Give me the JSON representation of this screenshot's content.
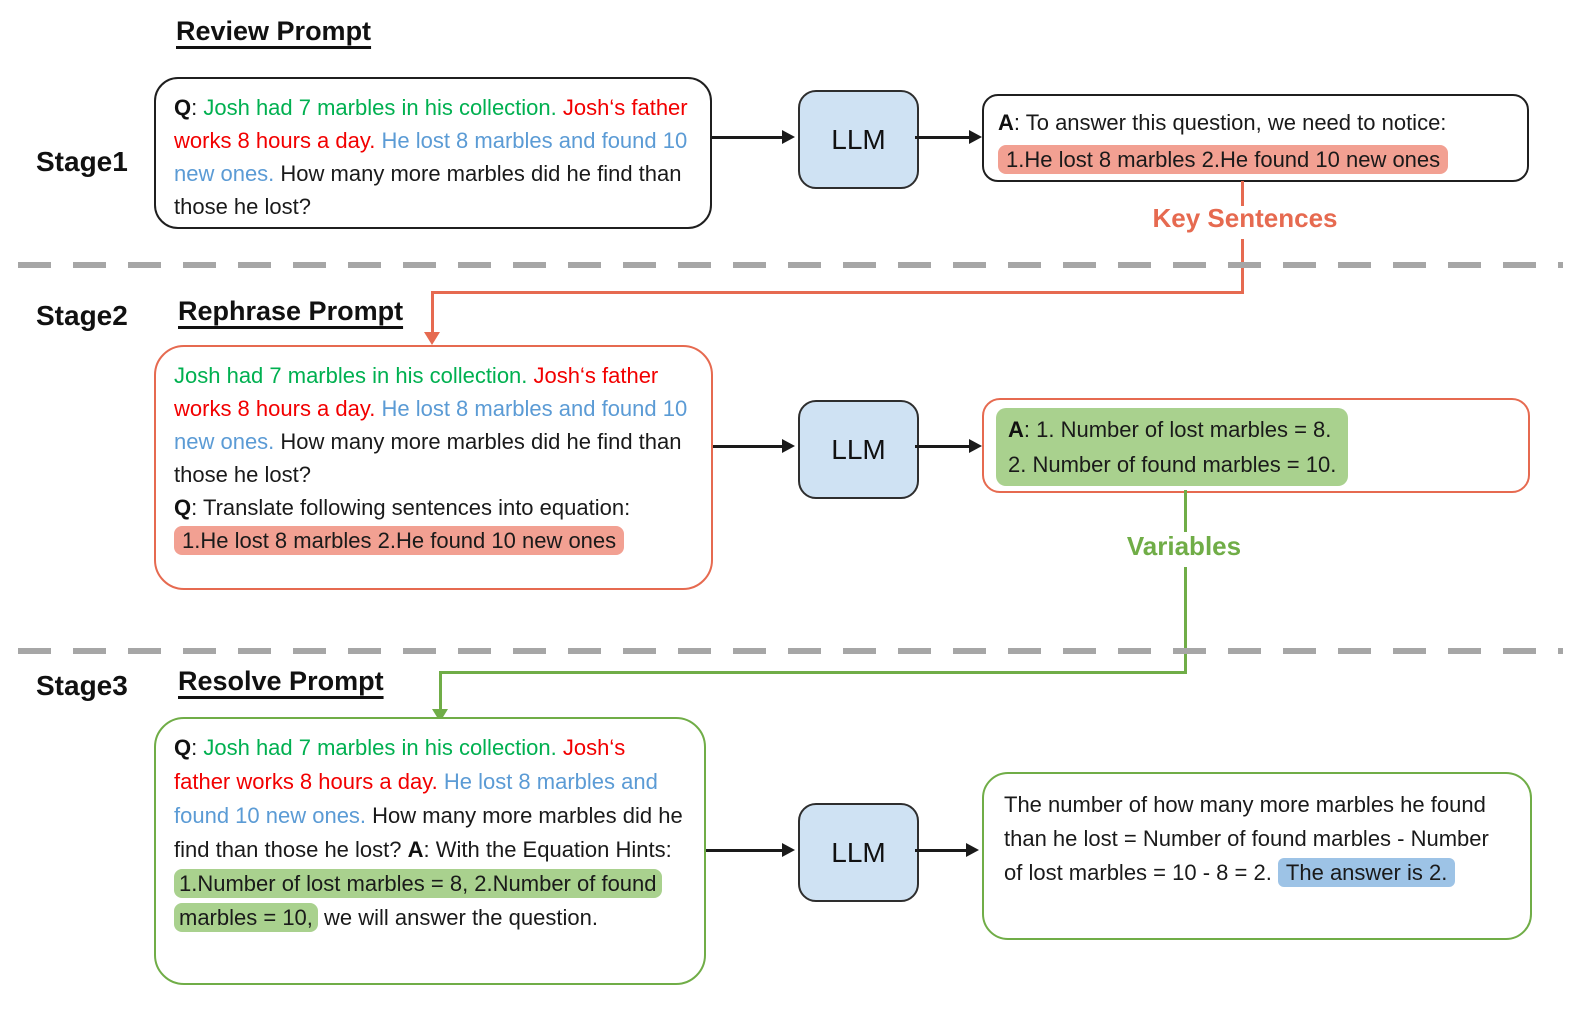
{
  "colors": {
    "text_green": "#00b050",
    "text_red": "#f20000",
    "text_blue": "#5b9bd5",
    "salmon_accent": "#e66a50",
    "salmon_highlight": "#f2a092",
    "green_accent": "#70ad47",
    "green_highlight": "#a9d18e",
    "blue_highlight": "#9dc3e6",
    "llm_box_fill": "#cfe2f3",
    "divider_gray": "#a6a6a6"
  },
  "llm": {
    "label": "LLM"
  },
  "stage1": {
    "label": "Stage1",
    "heading": "Review Prompt",
    "prompt": {
      "q_label": "Q",
      "q_colon": ": ",
      "green": "Josh had 7 marbles in his collection. ",
      "red": "Josh‘s father works 8 hours a day. ",
      "blue": "He lost 8 marbles and found 10 new ones. ",
      "black": "How many more marbles did he find than those he lost?"
    },
    "answer": {
      "a_label": "A",
      "intro": ": To answer this question, we need to notice:",
      "key_sentences": "1.He lost 8 marbles 2.He found 10 new ones"
    },
    "connector_label": "Key Sentences"
  },
  "stage2": {
    "label": "Stage2",
    "heading": "Rephrase Prompt",
    "prompt": {
      "green": "Josh had 7 marbles in his collection. ",
      "red": "Josh‘s father works 8 hours a day. ",
      "blue": "He lost 8 marbles and found 10 new ones. ",
      "black": "How many more marbles did he find than those he lost?",
      "q_label": "Q",
      "q_text": ": Translate following sentences into equation:",
      "highlight": "1.He lost 8 marbles 2.He found 10 new ones"
    },
    "answer": {
      "a_label": "A",
      "line1": ": 1. Number of lost marbles = 8.",
      "line2": "2. Number of found marbles = 10."
    },
    "connector_label": "Variables"
  },
  "stage3": {
    "label": "Stage3",
    "heading": "Resolve Prompt",
    "prompt": {
      "q_label": "Q",
      "q_colon": ": ",
      "green": "Josh had 7 marbles in his collection. ",
      "red": "Josh‘s father works 8 hours a day. ",
      "blue": "He lost 8 marbles and found 10 new ones. ",
      "black": "How many more marbles did he find than those he lost? ",
      "a_label": "A",
      "a_intro": ": With the Equation Hints: ",
      "a_highlight": "1.Number of lost marbles = 8, 2.Number of found marbles = 10,",
      "a_outro": " we will answer the question."
    },
    "answer": {
      "text": "The number of how many more marbles he found than he lost = Number of found marbles - Number of lost marbles = 10 - 8 = 2. ",
      "highlight": "The answer is 2."
    }
  }
}
